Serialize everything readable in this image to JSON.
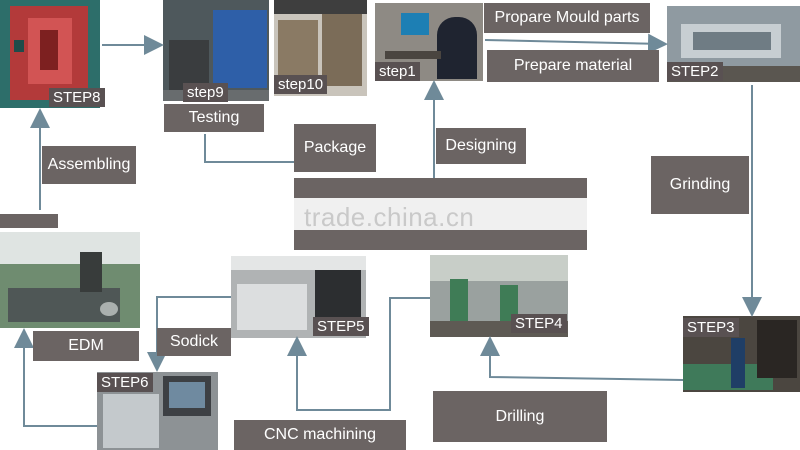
{
  "steps": {
    "step1": "step1",
    "step2": "STEP2",
    "step3": "STEP3",
    "step4": "STEP4",
    "step5": "STEP5",
    "step6": "STEP6",
    "step8": "STEP8",
    "step9": "step9",
    "step10": "step10"
  },
  "labels": {
    "propare": "Propare Mould parts",
    "prepare_material": "Prepare material",
    "grinding": "Grinding",
    "drilling": "Drilling",
    "cnc": "CNC machining",
    "sodick": "Sodick",
    "edm": "EDM",
    "assembling": "Assembling",
    "testing": "Testing",
    "package": "Package",
    "designing": "Designing"
  },
  "watermark": "trade.china.cn",
  "colors": {
    "label_bg": "#6b6463",
    "arrow": "#6f8a99"
  }
}
